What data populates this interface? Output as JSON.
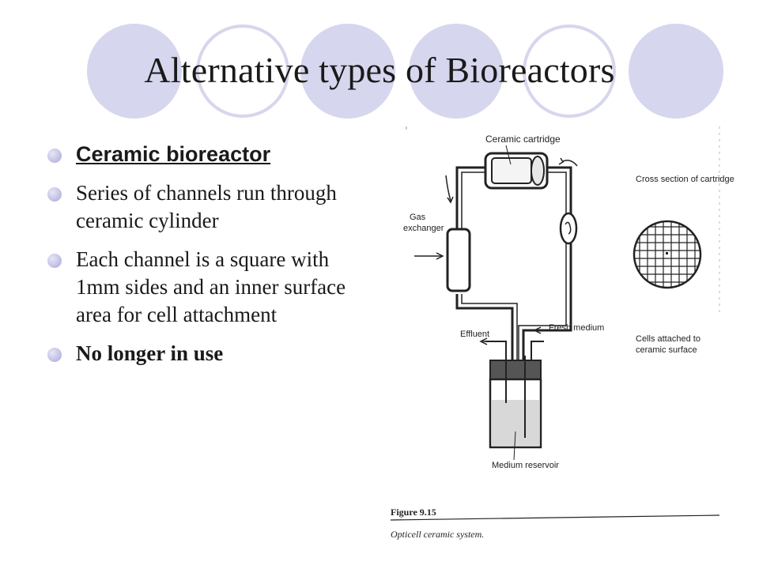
{
  "slide": {
    "title": "Alternative types of Bioreactors",
    "bullets": [
      {
        "text": "Ceramic bioreactor",
        "style": "heading"
      },
      {
        "text": "Series of channels run through ceramic cylinder",
        "style": "normal"
      },
      {
        "text": "Each channel is a square with 1mm sides and an inner surface area for cell attachment",
        "style": "normal"
      },
      {
        "text": "No longer in use",
        "style": "bold"
      }
    ]
  },
  "figure": {
    "labels": {
      "cartridge": "Ceramic cartridge",
      "gas": "Gas",
      "exchanger": "exchanger",
      "effluent": "Effluent",
      "fresh_medium": "Fresh medium",
      "reservoir": "Medium reservoir",
      "cross_section": "Cross section of cartridge",
      "cells_line1": "Cells attached to",
      "cells_line2": "ceramic surface"
    },
    "caption_number": "Figure 9.15",
    "caption_text": "Opticell ceramic system."
  },
  "theme": {
    "circle_fill": "#d6d6ee",
    "circle_stroke": "#d6d6ee",
    "bullet_color": "#c4c4e8"
  }
}
